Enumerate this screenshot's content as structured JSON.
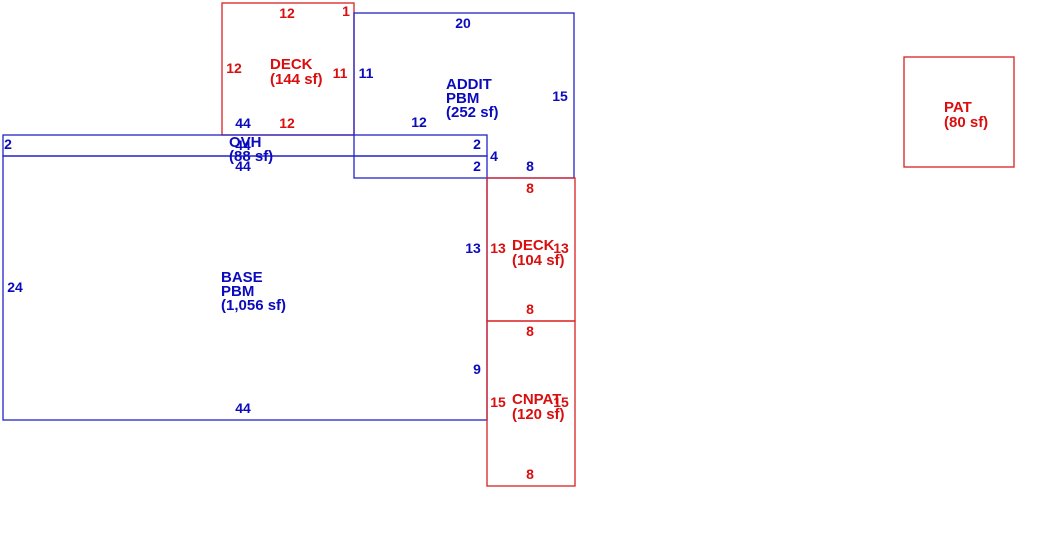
{
  "colors": {
    "blue": "#0b0bbd",
    "red": "#d90f0f"
  },
  "areas": {
    "deck_top": {
      "name": "DECK",
      "area": "(144 sf)",
      "dims": [
        "12",
        "1",
        "12",
        "11",
        "12"
      ]
    },
    "addit": {
      "name1": "ADDIT",
      "name2": "PBM",
      "area": "(252 sf)",
      "dims": [
        "20",
        "11",
        "12",
        "15",
        "4",
        "8"
      ]
    },
    "ovh": {
      "name": "OVH",
      "area": "(88 sf)",
      "dims": [
        "2",
        "2",
        "44",
        "44"
      ]
    },
    "base": {
      "name1": "BASE",
      "name2": "PBM",
      "area": "(1,056 sf)",
      "dims": [
        "44",
        "24",
        "2",
        "13",
        "9",
        "44"
      ]
    },
    "deck_mid": {
      "name": "DECK",
      "area": "(104 sf)",
      "dims": [
        "8",
        "13",
        "13",
        "8"
      ]
    },
    "cnpat": {
      "name": "CNPAT",
      "area": "(120 sf)",
      "dims": [
        "8",
        "15",
        "15",
        "8"
      ]
    },
    "pat": {
      "name": "PAT",
      "area": "(80 sf)"
    }
  }
}
